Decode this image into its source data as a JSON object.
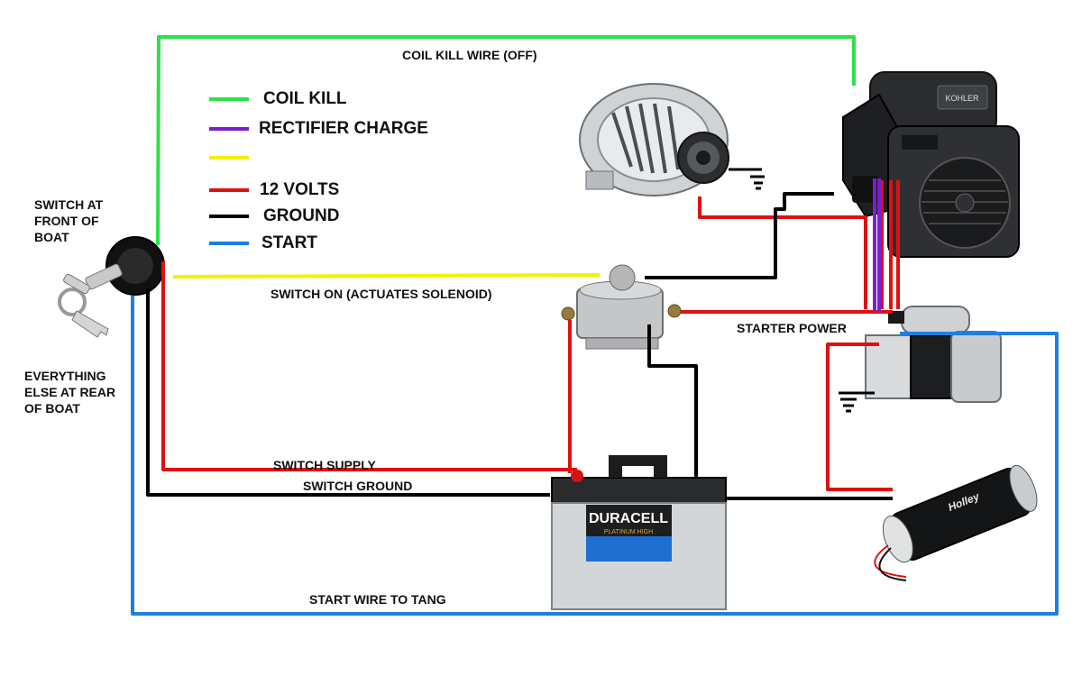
{
  "labels": {
    "coil_kill_wire": "COIL KILL WIRE (OFF)",
    "switch_front": "SWITCH AT\nFRONT OF\nBOAT",
    "everything_else": "EVERYTHING\nELSE AT REAR\nOF BOAT",
    "switch_on": "SWITCH ON (ACTUATES SOLENOID)",
    "starter_power": "STARTER POWER",
    "switch_supply": "SWITCH SUPPLY",
    "switch_ground": "SWITCH GROUND",
    "start_wire": "START WIRE TO TANG"
  },
  "legend": [
    {
      "label": "COIL KILL",
      "color": "#2ee04a"
    },
    {
      "label": "RECTIFIER CHARGE",
      "color": "#7a1fd0"
    },
    {
      "label": "",
      "color": "#f5f000"
    },
    {
      "label": "12 VOLTS",
      "color": "#e01010"
    },
    {
      "label": "GROUND",
      "color": "#000000"
    },
    {
      "label": "START",
      "color": "#1e7fe0"
    }
  ],
  "branding": {
    "battery_brand": "DURACELL",
    "battery_line": "PLATINUM HIGH",
    "engine_brand": "KOHLER",
    "pump_brand": "Holley"
  },
  "colors": {
    "green": "#2ee04a",
    "purple": "#7a1fd0",
    "yellow": "#f5f000",
    "red": "#e01010",
    "black": "#000000",
    "blue": "#1e7fe0"
  }
}
